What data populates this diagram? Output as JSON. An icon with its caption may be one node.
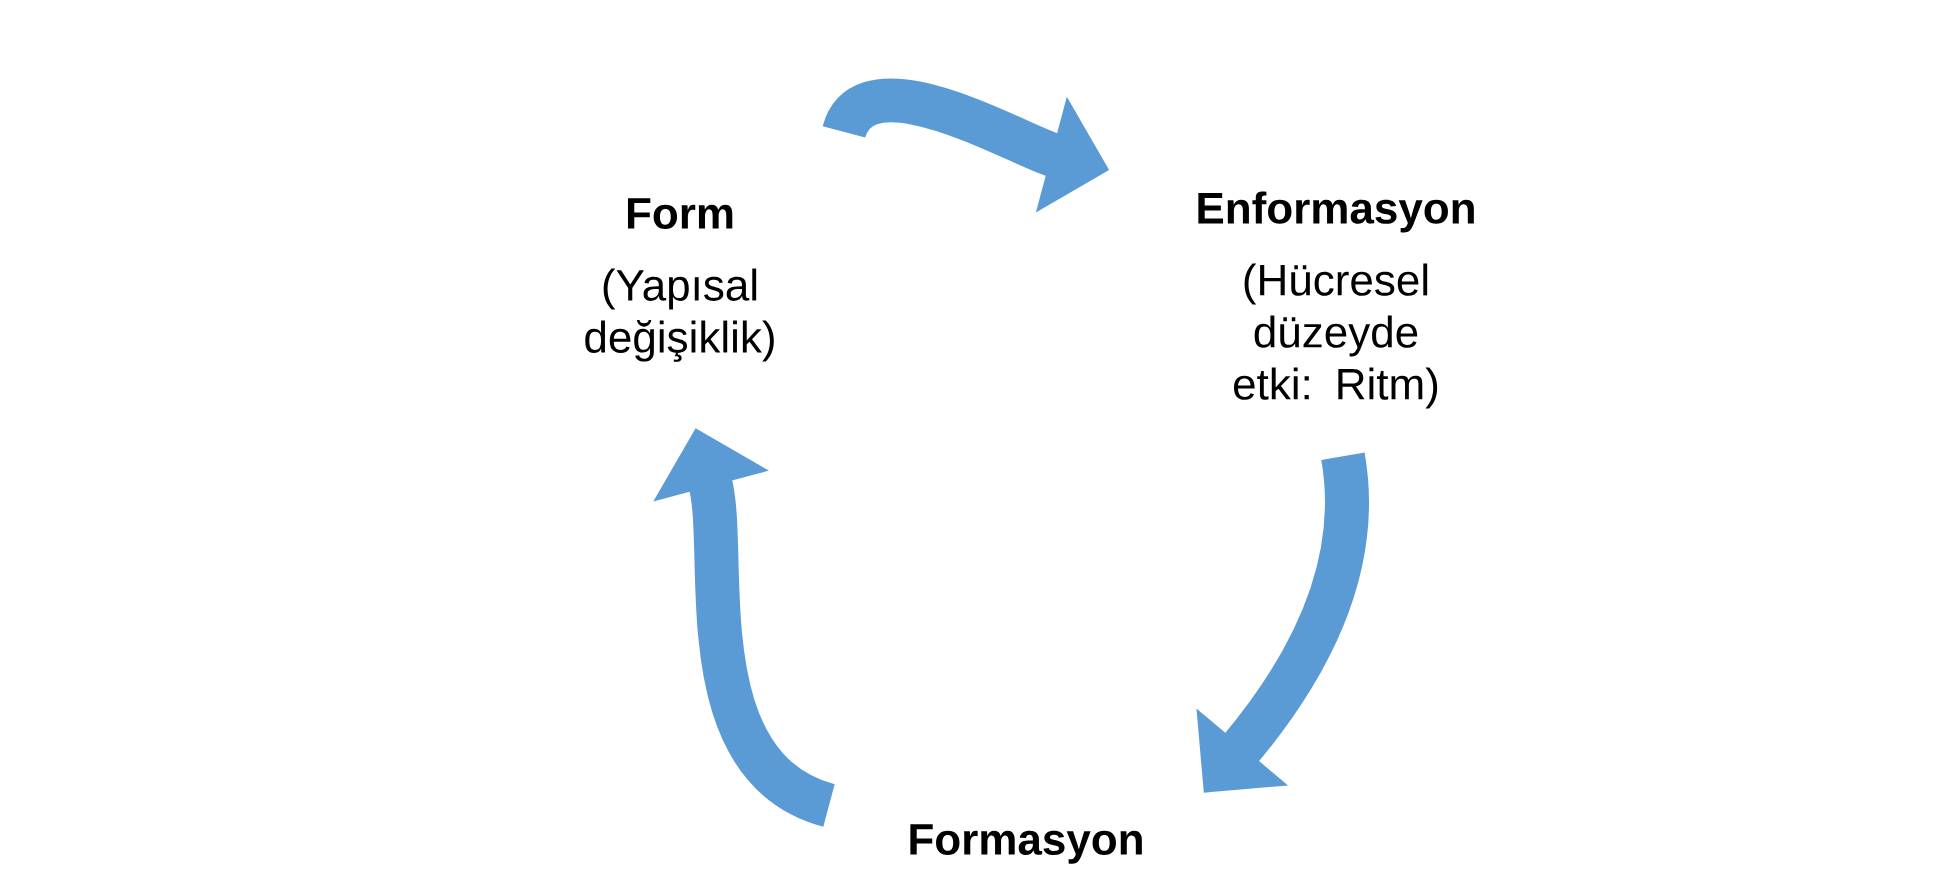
{
  "diagram": {
    "nodes": [
      {
        "text": [
          "Form",
          "(Yapısal değişiklik)"
        ]
      },
      {
        "text": [
          "Enformasyon",
          "(Hücresel düzeyde etki: Ritm)"
        ]
      },
      {
        "text": [
          "Formasyon"
        ]
      }
    ],
    "edges": [
      {
        "from": 0,
        "to": 1,
        "arrow": "to"
      },
      {
        "from": 1,
        "to": 2,
        "arrow": "to"
      },
      {
        "from": 2,
        "to": 0,
        "arrow": "to"
      }
    ]
  }
}
